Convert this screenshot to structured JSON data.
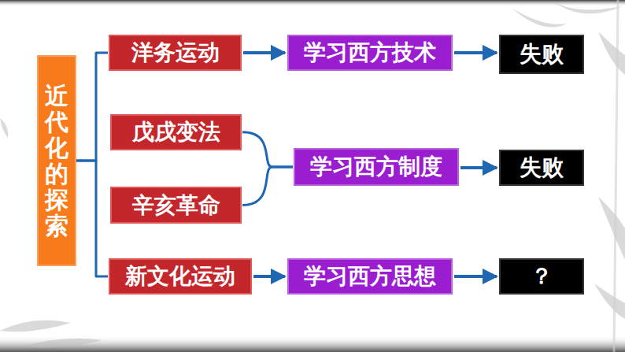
{
  "diagram": {
    "nodes": [
      {
        "text": [
          "近代化的探索"
        ]
      },
      {
        "text": [
          "洋务运动"
        ]
      },
      {
        "text": [
          "学习西方技术"
        ]
      },
      {
        "text": [
          "失败"
        ]
      },
      {
        "text": [
          "戊戌变法"
        ]
      },
      {
        "text": [
          "学习西方制度"
        ]
      },
      {
        "text": [
          "失败"
        ]
      },
      {
        "text": [
          "辛亥革命"
        ]
      },
      {
        "text": [
          "新文化运动"
        ]
      },
      {
        "text": [
          "学习西方思想"
        ]
      },
      {
        "text": [
          "？"
        ]
      }
    ],
    "edges": [
      {
        "from": 0,
        "to": 1,
        "arrow": "none"
      },
      {
        "from": 0,
        "to": 8,
        "arrow": "none"
      },
      {
        "from": 1,
        "to": 2,
        "arrow": "to"
      },
      {
        "from": 2,
        "to": 3,
        "arrow": "to"
      },
      {
        "from": 4,
        "to": 5,
        "arrow": "none"
      },
      {
        "from": 7,
        "to": 5,
        "arrow": "none"
      },
      {
        "from": 5,
        "to": 6,
        "arrow": "to"
      },
      {
        "from": 8,
        "to": 9,
        "arrow": "to"
      },
      {
        "from": 9,
        "to": 10,
        "arrow": "to"
      }
    ]
  }
}
